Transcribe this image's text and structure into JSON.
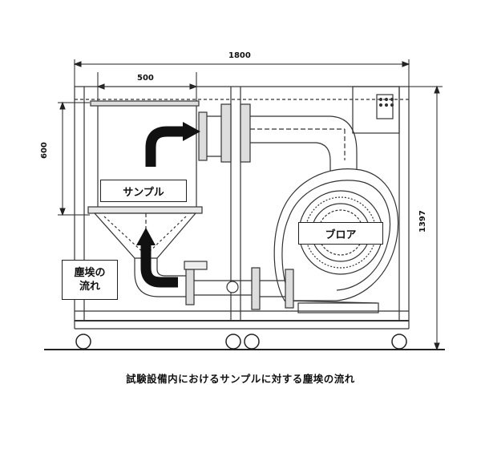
{
  "dimensions": {
    "width_total": "1800",
    "sample_width": "500",
    "sample_height": "600",
    "height_total": "1397"
  },
  "labels": {
    "sample": "サンプル",
    "blower": "ブロア",
    "dust_flow_line1": "塵埃の",
    "dust_flow_line2": "流れ"
  },
  "caption": "試験設備内におけるサンプルに対する塵埃の流れ"
}
